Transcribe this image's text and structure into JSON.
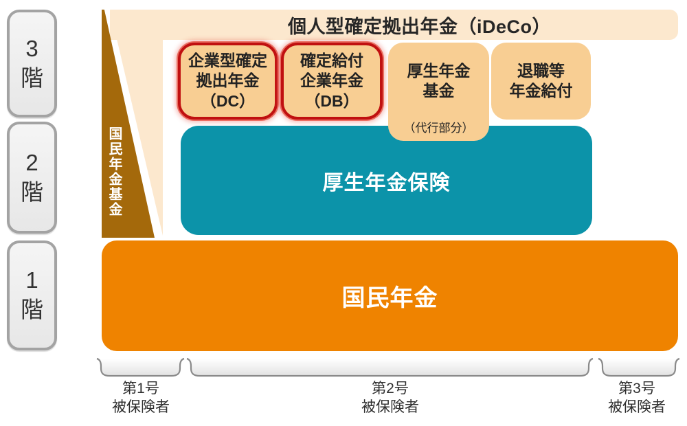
{
  "colors": {
    "cream_band": "#FCE8CE",
    "peach_box": "#F8CE93",
    "highlight_red_border": "#C01010",
    "tier2_teal": "#0C93A9",
    "tier1_orange": "#EF8300",
    "kikin_brown": "#A4690B",
    "floor_box_gray": "#A3A3A3"
  },
  "floor_axis": {
    "floors": [
      {
        "label": "3\n階"
      },
      {
        "label": "2\n階"
      },
      {
        "label": "1\n階"
      }
    ]
  },
  "ideco_band": {
    "label": "個人型確定拠出年金（iDeCo）"
  },
  "left_wedge": {
    "label": "国民年金基金"
  },
  "tier3": {
    "boxes": [
      {
        "label": "企業型確定\n拠出年金\n（DC）",
        "highlighted": true
      },
      {
        "label": "確定給付\n企業年金\n（DB）",
        "highlighted": true
      },
      {
        "label": "厚生年金\n基金",
        "sub_label": "（代行部分）",
        "highlighted": false
      },
      {
        "label": "退職等\n年金給付",
        "highlighted": false
      }
    ]
  },
  "tier2": {
    "label": "厚生年金保険"
  },
  "tier1": {
    "label": "国民年金"
  },
  "insured_groups": [
    {
      "label": "第1号\n被保険者"
    },
    {
      "label": "第2号\n被保険者"
    },
    {
      "label": "第3号\n被保険者"
    }
  ]
}
